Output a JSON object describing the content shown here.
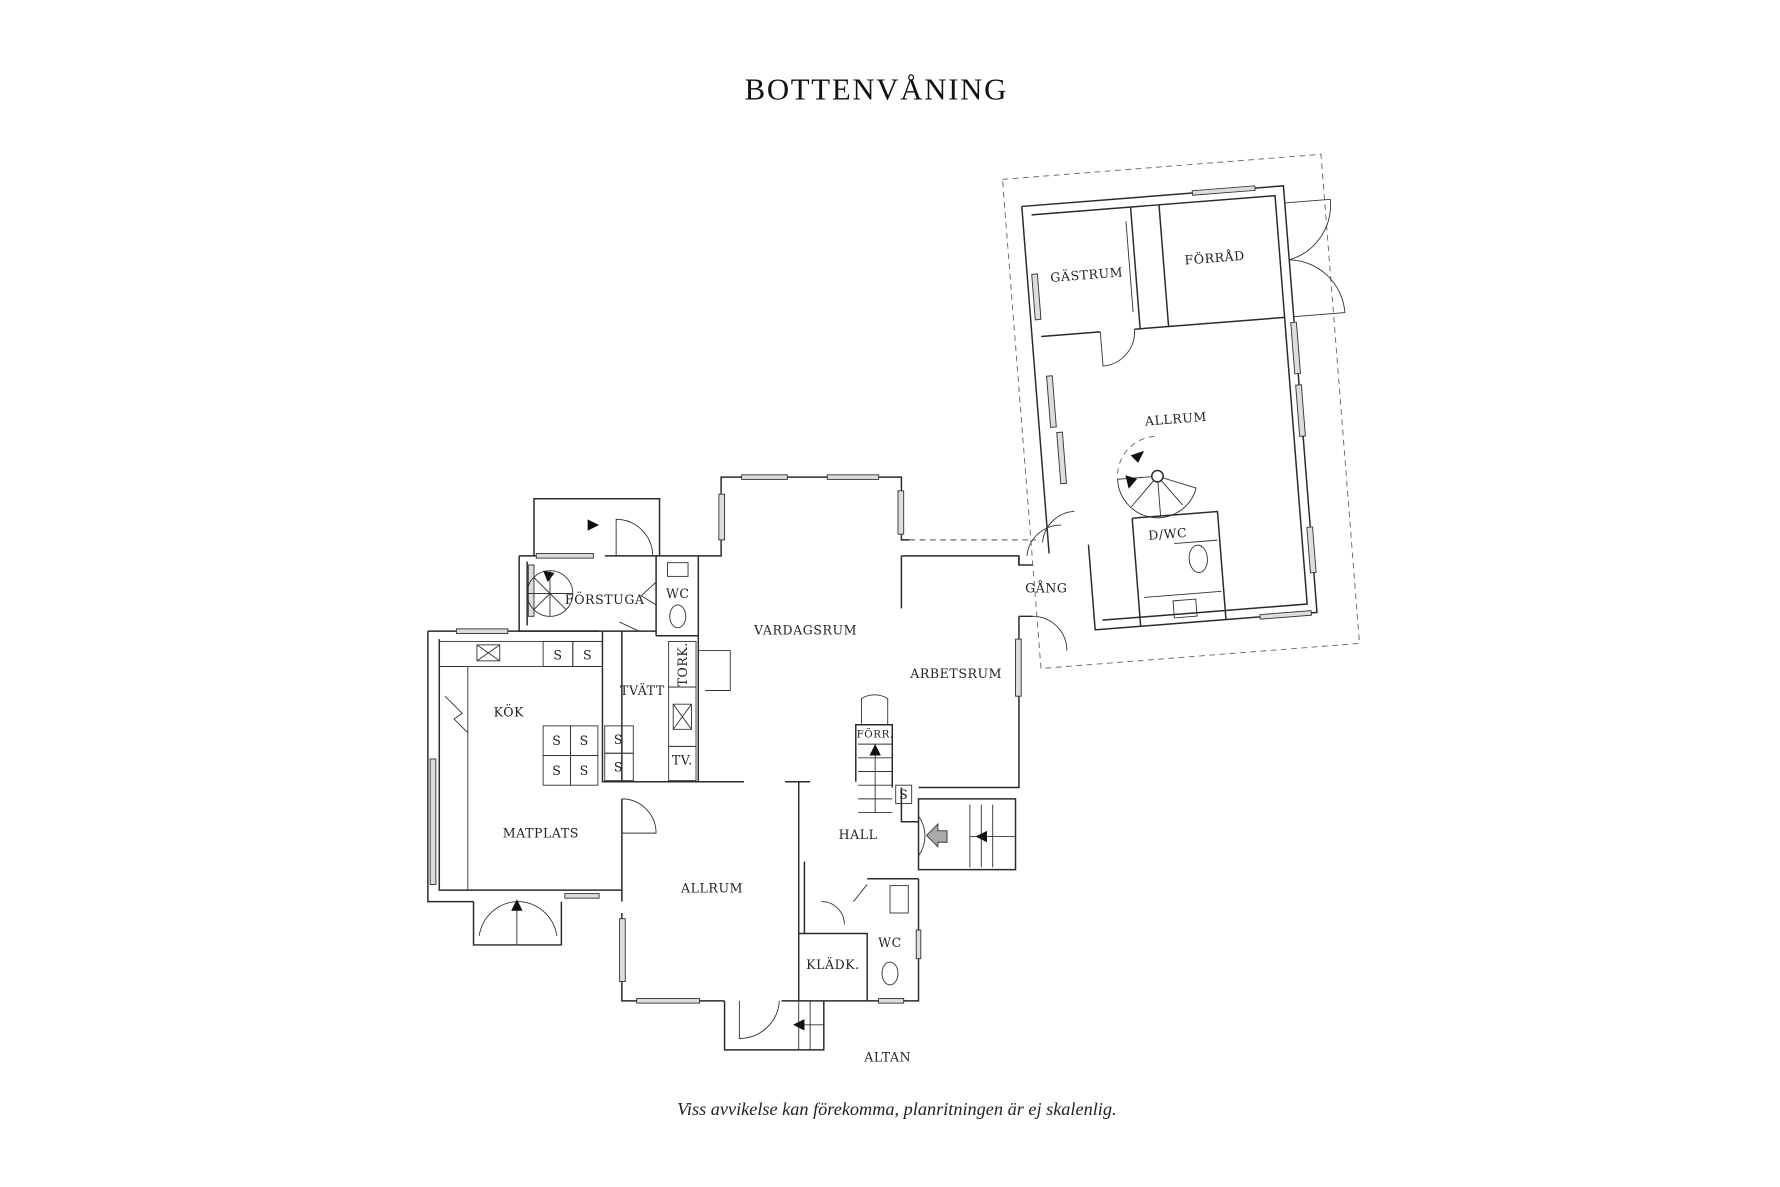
{
  "title": "BOTTENVÅNING",
  "footer_note": "Viss avvikelse kan förekomma, planritningen är ej skalenlig.",
  "rooms": {
    "forstuga": "FÖRSTUGA",
    "wc_upper": "WC",
    "vardagsrum": "VARDAGSRUM",
    "arbetsrum": "ARBETSRUM",
    "tvatt": "TVÄTT",
    "tork": "TORK.",
    "tv": "TV.",
    "kok": "KÖK",
    "matplats": "MATPLATS",
    "allrum_main": "ALLRUM",
    "hall": "HALL",
    "forr": "FÖRR.",
    "kladk": "KLÄDK.",
    "wc_lower": "WC",
    "altan": "ALTAN",
    "gang": "GÅNG",
    "gastrum": "GÄSTRUM",
    "forrad": "FÖRRÅD",
    "allrum_annex": "ALLRUM",
    "dwc": "D/WC"
  },
  "cabinet_label": "S"
}
